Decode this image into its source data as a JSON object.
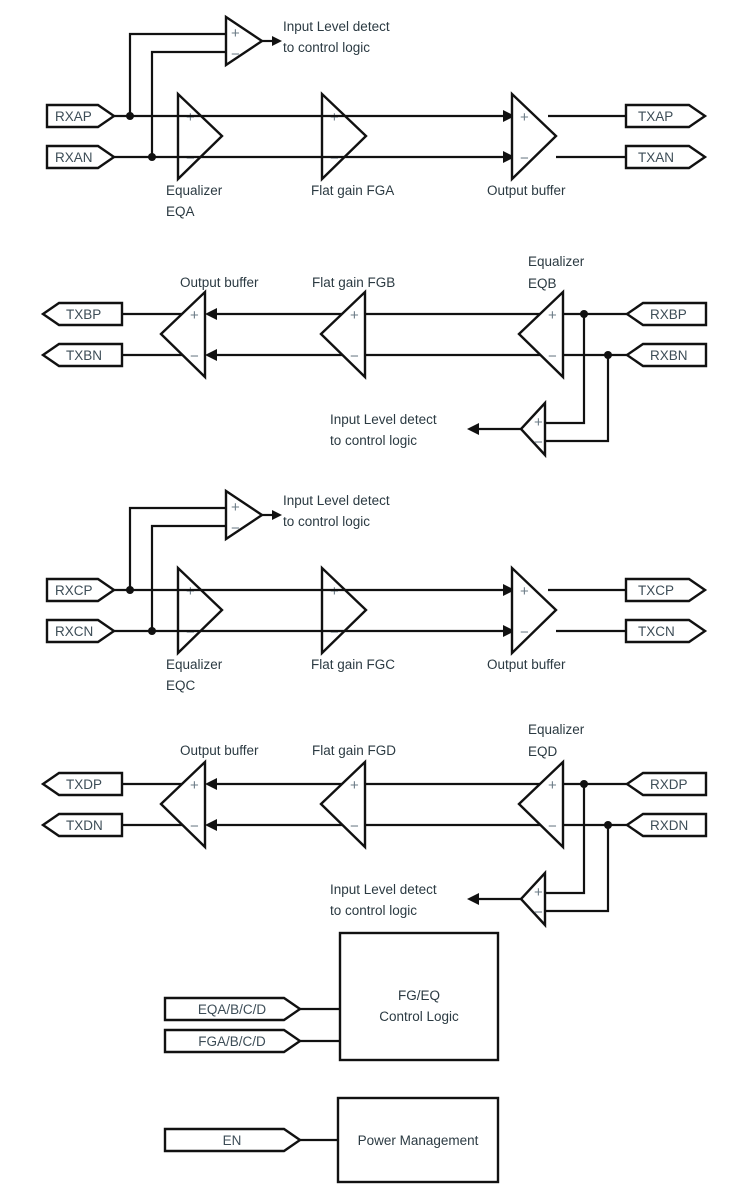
{
  "diagram": {
    "title": "Quad-channel equalizer / flat-gain signal path block diagram",
    "colors": {
      "line": "#111111",
      "background": "#ffffff",
      "text": "#2b3a42",
      "sign_text": "#6b7b86"
    },
    "signs": {
      "plus": "+",
      "minus": "−"
    }
  },
  "channels": [
    {
      "id": "A",
      "direction": "left-to-right",
      "inputs": [
        {
          "name": "RXAP",
          "label": "RXAP"
        },
        {
          "name": "RXAN",
          "label": "RXAN"
        }
      ],
      "outputs": [
        {
          "name": "TXAP",
          "label": "TXAP"
        },
        {
          "name": "TXAN",
          "label": "TXAN"
        }
      ],
      "stages": [
        {
          "name": "equalizer",
          "label_line1": "Equalizer",
          "label_line2": "EQA"
        },
        {
          "name": "flat-gain",
          "label_line1": "Flat gain FGA",
          "label_line2": ""
        },
        {
          "name": "output-buffer",
          "label_line1": "Output buffer",
          "label_line2": ""
        }
      ],
      "detector": {
        "name": "input-level-detect",
        "label_line1": "Input Level detect",
        "label_line2": "to control logic"
      }
    },
    {
      "id": "B",
      "direction": "right-to-left",
      "inputs": [
        {
          "name": "RXBP",
          "label": "RXBP"
        },
        {
          "name": "RXBN",
          "label": "RXBN"
        }
      ],
      "outputs": [
        {
          "name": "TXBP",
          "label": "TXBP"
        },
        {
          "name": "TXBN",
          "label": "TXBN"
        }
      ],
      "stages": [
        {
          "name": "output-buffer",
          "label_line1": "Output buffer",
          "label_line2": ""
        },
        {
          "name": "flat-gain",
          "label_line1": "Flat gain FGB",
          "label_line2": ""
        },
        {
          "name": "equalizer",
          "label_line1": "Equalizer",
          "label_line2": "EQB"
        }
      ],
      "detector": {
        "name": "input-level-detect",
        "label_line1": "Input Level detect",
        "label_line2": "to control logic"
      }
    },
    {
      "id": "C",
      "direction": "left-to-right",
      "inputs": [
        {
          "name": "RXCP",
          "label": "RXCP"
        },
        {
          "name": "RXCN",
          "label": "RXCN"
        }
      ],
      "outputs": [
        {
          "name": "TXCP",
          "label": "TXCP"
        },
        {
          "name": "TXCN",
          "label": "TXCN"
        }
      ],
      "stages": [
        {
          "name": "equalizer",
          "label_line1": "Equalizer",
          "label_line2": "EQC"
        },
        {
          "name": "flat-gain",
          "label_line1": "Flat gain FGC",
          "label_line2": ""
        },
        {
          "name": "output-buffer",
          "label_line1": "Output buffer",
          "label_line2": ""
        }
      ],
      "detector": {
        "name": "input-level-detect",
        "label_line1": "Input Level detect",
        "label_line2": "to control logic"
      }
    },
    {
      "id": "D",
      "direction": "right-to-left",
      "inputs": [
        {
          "name": "RXDP",
          "label": "RXDP"
        },
        {
          "name": "RXDN",
          "label": "RXDN"
        }
      ],
      "outputs": [
        {
          "name": "TXDP",
          "label": "TXDP"
        },
        {
          "name": "TXDN",
          "label": "TXDN"
        }
      ],
      "stages": [
        {
          "name": "output-buffer",
          "label_line1": "Output buffer",
          "label_line2": ""
        },
        {
          "name": "flat-gain",
          "label_line1": "Flat gain FGD",
          "label_line2": ""
        },
        {
          "name": "equalizer",
          "label_line1": "Equalizer",
          "label_line2": "EQD"
        }
      ],
      "detector": {
        "name": "input-level-detect",
        "label_line1": "Input Level detect",
        "label_line2": "to control logic"
      }
    }
  ],
  "control_section": {
    "control_logic_block": {
      "name": "fg-eq-control-logic",
      "label_line1": "FG/EQ",
      "label_line2": "Control Logic"
    },
    "control_logic_pins": [
      {
        "name": "eqa-b-c-d-pin",
        "label": "EQA/B/C/D"
      },
      {
        "name": "fga-b-c-d-pin",
        "label": "FGA/B/C/D"
      }
    ],
    "power_block": {
      "name": "power-management",
      "label_line1": "Power Management",
      "label_line2": ""
    },
    "power_pins": [
      {
        "name": "en-pin",
        "label": "EN"
      }
    ]
  }
}
